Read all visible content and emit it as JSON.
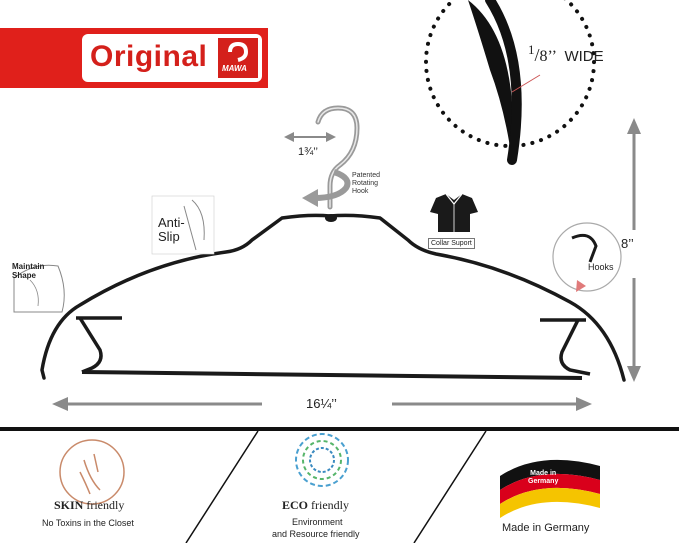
{
  "badge": {
    "title": "Original",
    "logo_text": "MAWA"
  },
  "dimensions": {
    "wire_width_num": "1",
    "wire_width_den": "8",
    "wire_width_unit": "’’",
    "wire_width_word": "WIDE",
    "hook_width": "1¾’’",
    "height": "8’’",
    "length": "16¼’’"
  },
  "features": {
    "rotating_hook": [
      "Patented",
      "Rotating",
      "Hook"
    ],
    "anti_slip": [
      "Anti-",
      "Slip"
    ],
    "maintain_shape": [
      "Maintain",
      "Shape"
    ],
    "collar_support": "Collar Suport",
    "hooks": "Hooks"
  },
  "bottom": {
    "skin": {
      "title_bold": "SKIN",
      "title_rest": " friendly",
      "sub": "No Toxins in the Closet"
    },
    "eco": {
      "title_bold": "ECO",
      "title_rest": " friendly",
      "sub1": "Environment",
      "sub2": "and Resource friendly"
    },
    "germany": {
      "flag_text1": "Made in",
      "flag_text2": "Germany",
      "caption": "Made in Germany"
    }
  },
  "colors": {
    "brand_red": "#e0201b",
    "hanger": "#1a1a1a",
    "arrow": "#8a8a8a"
  },
  "icons": [
    "rotate-arrow-icon",
    "shirt-icon",
    "skin-icon",
    "eco-icon",
    "germany-flag-icon",
    "mawa-logo-icon"
  ]
}
